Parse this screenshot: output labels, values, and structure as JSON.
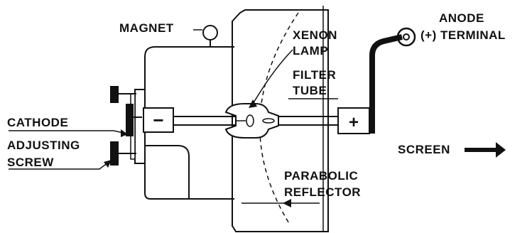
{
  "labels": {
    "magnet": "MAGNET",
    "xenon_lamp_line1": "XENON",
    "xenon_lamp_line2": "LAMP",
    "anode_line1": "ANODE",
    "anode_line2": "(+) TERMINAL",
    "filter_tube_line1": "FILTER",
    "filter_tube_line2": "TUBE",
    "cathode": "CATHODE",
    "adjusting_screw_line1": "ADJUSTING",
    "adjusting_screw_line2": "SCREW",
    "screen": "SCREEN",
    "parabolic_reflector_line1": "PARABOLIC",
    "parabolic_reflector_line2": "REFLECTOR"
  },
  "symbols": {
    "cathode_polarity": "−",
    "anode_polarity": "+"
  },
  "colors": {
    "ink": "#111111",
    "background": "#ffffff"
  }
}
